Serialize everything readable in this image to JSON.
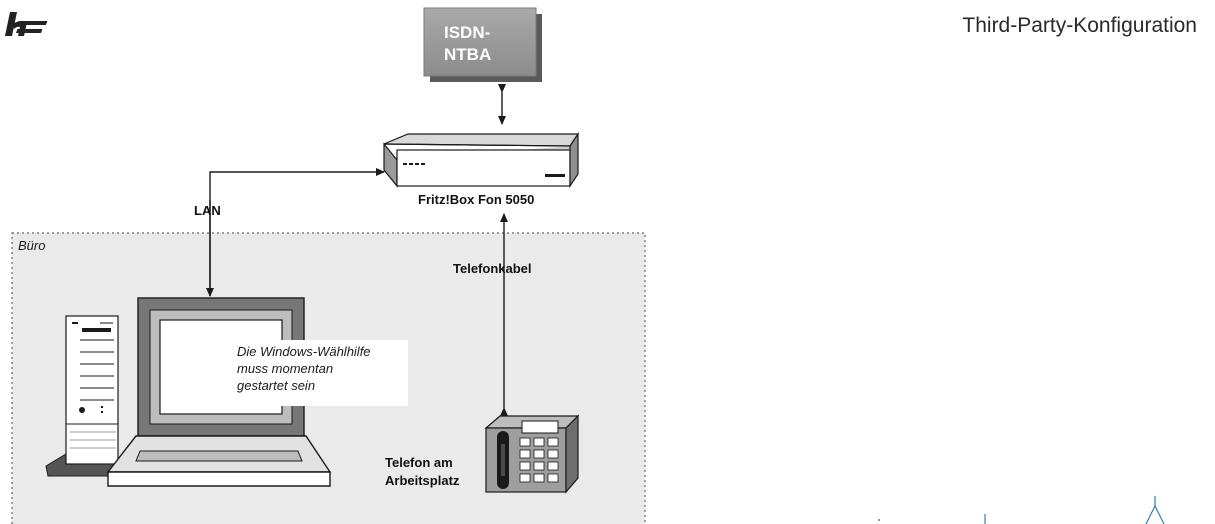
{
  "header": {
    "title": "Third-Party-Konfiguration"
  },
  "diagram": {
    "ntba_label_line1": "ISDN-",
    "ntba_label_line2": "NTBA",
    "router_label": "Fritz!Box Fon 5050",
    "lan_label": "LAN",
    "room_label": "Büro",
    "cable_label": "Telefonkabel",
    "note_line1": "Die Windows-Wählhilfe",
    "note_line2": "muss momentan",
    "note_line3": "gestartet sein",
    "phone_label_line1": "Telefon am",
    "phone_label_line2": "Arbeitsplatz"
  }
}
